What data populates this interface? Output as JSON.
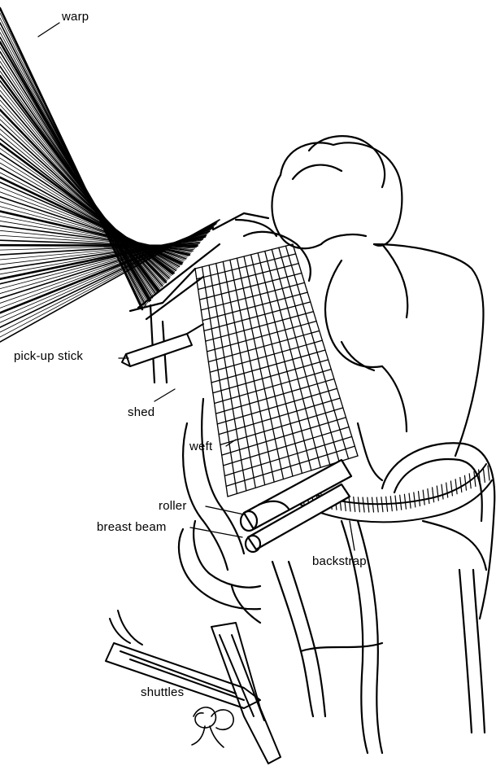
{
  "labels": {
    "warp": "warp",
    "pick_up_stick": "pick-up stick",
    "shed": "shed",
    "weft": "weft",
    "roller": "roller",
    "breast_beam": "breast beam",
    "backstrap": "backstrap",
    "shuttles": "shuttles"
  },
  "colors": {
    "ink": "#000000",
    "paper": "#ffffff"
  }
}
